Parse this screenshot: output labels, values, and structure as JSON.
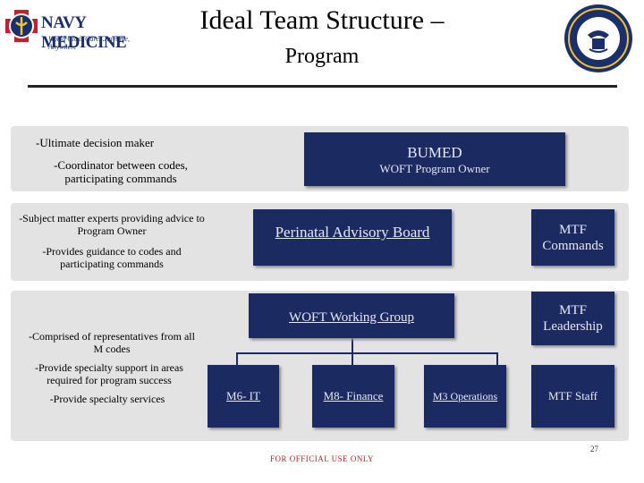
{
  "header": {
    "title_line1": "Ideal Team Structure –",
    "title_line2": "Program",
    "logo_name": "NAVY MEDICINE",
    "logo_tagline": "World Class Care...Anytime, Anywhere",
    "seal_icon": "navy-seal-icon"
  },
  "rows": [
    {
      "descriptions": [
        "-Ultimate decision maker",
        "-Coordinator between codes, participating commands"
      ]
    },
    {
      "descriptions": [
        "-Subject matter experts providing advice to Program Owner",
        "-Provides guidance to codes and participating commands"
      ]
    },
    {
      "descriptions": [
        "-Comprised of representatives from all M codes",
        "-Provide specialty support in areas required for program success",
        "-Provide specialty services"
      ]
    }
  ],
  "nodes": {
    "bumed_title": "BUMED",
    "bumed_subtitle": "WOFT Program Owner",
    "perinatal": "Perinatal Advisory Board",
    "mtf_commands": "MTF Commands",
    "woft_group": "WOFT Working Group",
    "mtf_leadership": "MTF Leadership",
    "m6": "M6- IT",
    "m8": "M8- Finance",
    "m3": "M3 Operations",
    "mtf_staff": "MTF Staff"
  },
  "footer": {
    "classification": "FOR OFFICIAL USE ONLY",
    "page_number": "27"
  },
  "colors": {
    "box_fill": "#1c2a62",
    "band_fill": "#e3e3e3",
    "footer_text": "#c02020"
  }
}
